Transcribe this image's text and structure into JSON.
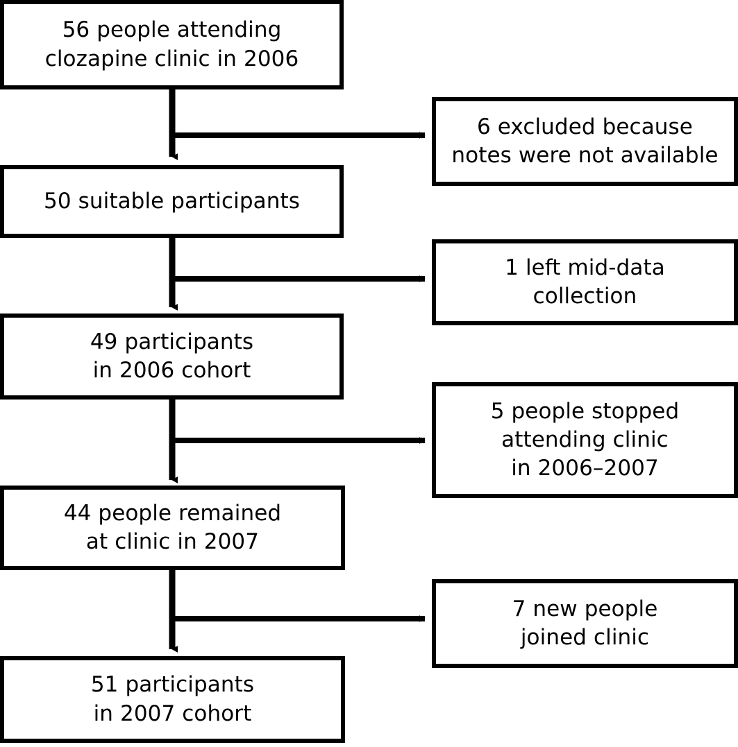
{
  "diagram": {
    "title": "Clozapine clinic participant flow 2006-2007",
    "type": "flowchart",
    "colors": {
      "box_border": "#000000",
      "box_fill": "#ffffff",
      "connector": "#000000",
      "text": "#000000"
    },
    "main_nodes": [
      {
        "id": "n1",
        "count": 56,
        "label": "56 people attending\nclozapine clinic in 2006",
        "line1": "56 people attending",
        "line2": "clozapine clinic in 2006"
      },
      {
        "id": "n2",
        "count": 50,
        "label": "50 suitable participants",
        "line1": "50 suitable participants",
        "line2": ""
      },
      {
        "id": "n3",
        "count": 49,
        "label": "49 participants\nin 2006 cohort",
        "line1": "49 participants",
        "line2": "in 2006 cohort"
      },
      {
        "id": "n4",
        "count": 44,
        "label": "44 people remained\nat clinic in 2007",
        "line1": "44 people remained",
        "line2": "at clinic in 2007"
      },
      {
        "id": "n5",
        "count": 51,
        "label": "51 participants\nin 2007 cohort",
        "line1": "51 participants",
        "line2": "in 2007 cohort"
      }
    ],
    "side_nodes": [
      {
        "id": "s1",
        "count": 6,
        "label": "6 excluded because\nnotes were not available",
        "line1": "6 excluded because",
        "line2": "notes were not available",
        "line3": ""
      },
      {
        "id": "s2",
        "count": 1,
        "label": "1 left mid-data\ncollection",
        "line1": "1 left mid-data",
        "line2": "collection",
        "line3": ""
      },
      {
        "id": "s3",
        "count": 5,
        "label": "5 people stopped\nattending clinic\nin 2006–2007",
        "line1": "5 people stopped",
        "line2": "attending clinic",
        "line3": "in 2006–2007"
      },
      {
        "id": "s4",
        "count": 7,
        "label": "7 new people\njoined clinic",
        "line1": "7 new people",
        "line2": "joined clinic",
        "line3": ""
      }
    ],
    "edges": [
      {
        "id": "e1",
        "from": "n1",
        "to": "n2",
        "kind": "down-arrow"
      },
      {
        "id": "e2",
        "from": "n1",
        "to": "s1",
        "kind": "right-arrow"
      },
      {
        "id": "e3",
        "from": "n2",
        "to": "n3",
        "kind": "down-arrow"
      },
      {
        "id": "e4",
        "from": "n2",
        "to": "s2",
        "kind": "right-arrow"
      },
      {
        "id": "e5",
        "from": "n3",
        "to": "n4",
        "kind": "down-arrow"
      },
      {
        "id": "e6",
        "from": "n3",
        "to": "s3",
        "kind": "right-arrow"
      },
      {
        "id": "e7",
        "from": "n4",
        "to": "n5",
        "kind": "down-arrow"
      },
      {
        "id": "e8",
        "from": "n4",
        "to": "s4",
        "kind": "right-arrow"
      }
    ]
  }
}
